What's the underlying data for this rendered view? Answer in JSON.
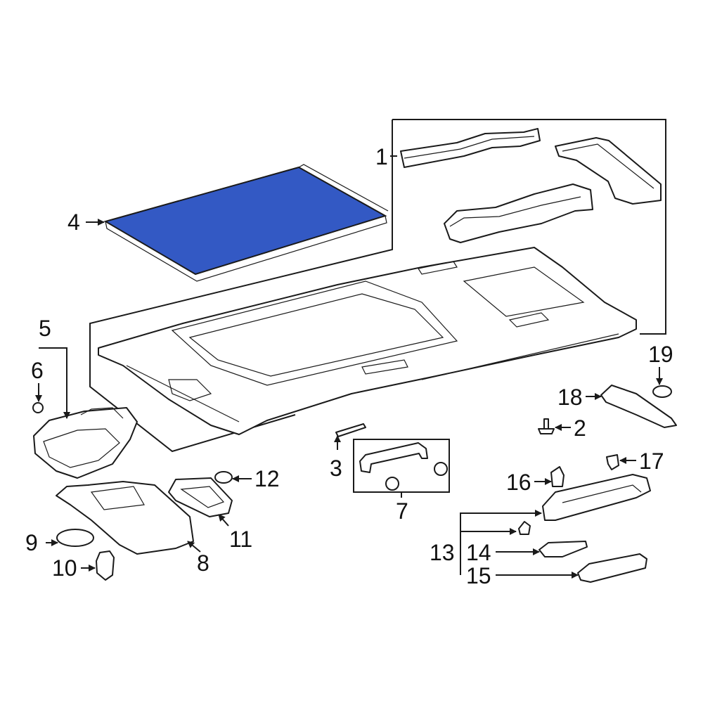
{
  "colors": {
    "highlight": "#3359c4",
    "line": "#1a1a1a",
    "background": "#ffffff"
  },
  "callouts": {
    "c1": "1",
    "c2": "2",
    "c3": "3",
    "c4": "4",
    "c5": "5",
    "c6": "6",
    "c7": "7",
    "c8": "8",
    "c9": "9",
    "c10": "10",
    "c11": "11",
    "c12": "12",
    "c13": "13",
    "c14": "14",
    "c15": "15",
    "c16": "16",
    "c17": "17",
    "c18": "18",
    "c19": "19"
  }
}
